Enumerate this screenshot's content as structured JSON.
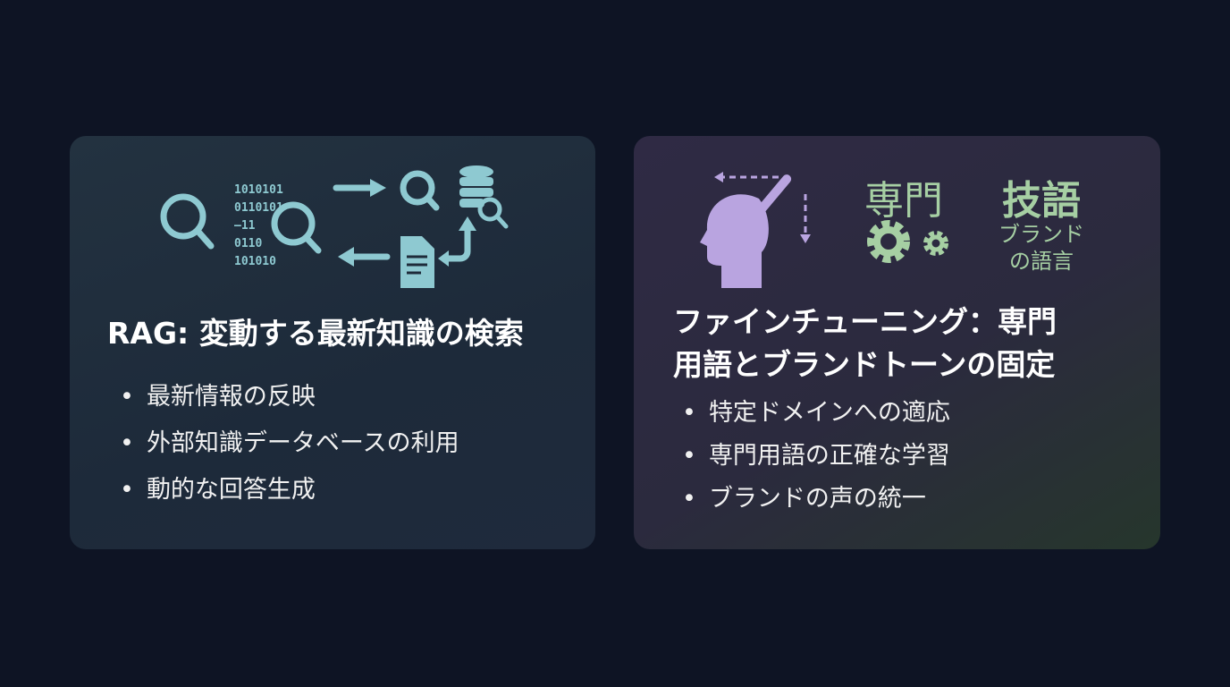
{
  "rag": {
    "title": "RAG: 変動する最新知識の検索",
    "binary": [
      "1010101",
      "0110101",
      "—11",
      "0110",
      "101010"
    ],
    "bullets": [
      "最新情報の反映",
      "外部知識データベースの利用",
      "動的な回答生成"
    ],
    "icons": [
      "search-icon",
      "binary-data-icon",
      "arrow-right-icon",
      "database-search-icon",
      "document-icon",
      "arrow-left-icon"
    ],
    "accent": "#8ec9d1"
  },
  "finetune": {
    "title_line1": "ファインチューニング：専門",
    "title_line2": "用語とブランドトーンの固定",
    "icon_word1": "専門",
    "icon_word2": "技語",
    "icon_word3a": "ブランド",
    "icon_word3b": "の語言",
    "bullets": [
      "特定ドメインへの適応",
      "専門用語の正確な学習",
      "ブランドの声の統一"
    ],
    "icons": [
      "brain-head-icon",
      "gear-icon"
    ],
    "accent_purple": "#b9a4e0",
    "accent_green": "#a6cfa3"
  }
}
